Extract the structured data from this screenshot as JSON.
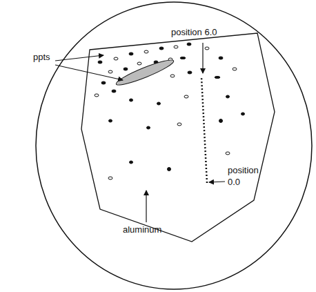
{
  "diagram": {
    "labels": [
      "position 6.0",
      "ppts",
      "position 0.0",
      "aluminum"
    ]
  }
}
